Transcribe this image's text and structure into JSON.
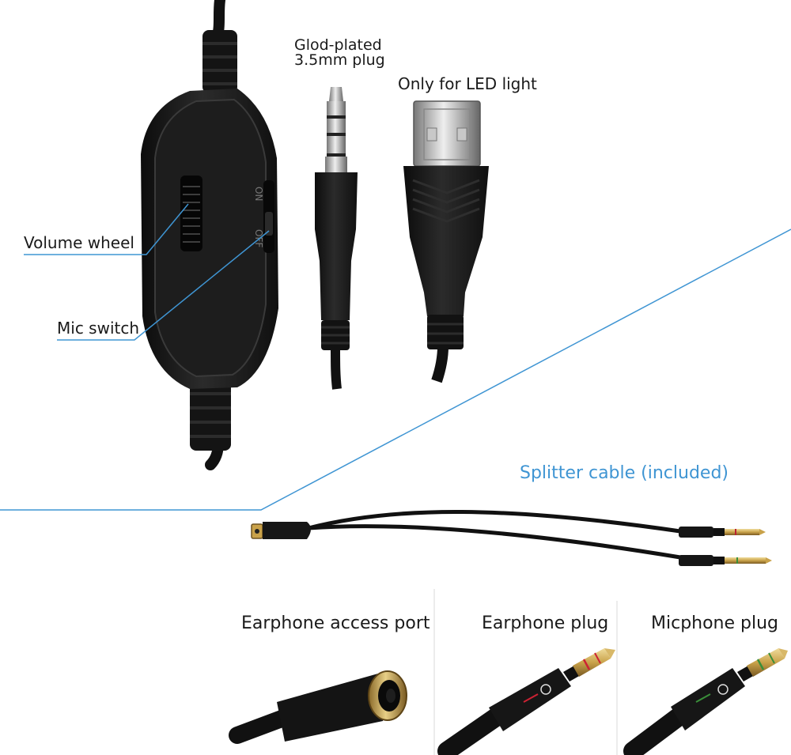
{
  "labels": {
    "plug_line1": "Glod-plated",
    "plug_line2": "3.5mm plug",
    "usb": "Only for LED light",
    "volume_wheel": "Volume wheel",
    "mic_switch": "Mic switch",
    "splitter": "Splitter cable (included)",
    "earphone_port": "Earphone access port",
    "earphone_plug": "Earphone plug",
    "micphone_plug": "Micphone plug"
  },
  "switch_text": {
    "on": "ON",
    "off": "OFF"
  },
  "colors": {
    "callout_line": "#3f95d3",
    "cable": "#111111",
    "gold": "#c9a24a"
  }
}
